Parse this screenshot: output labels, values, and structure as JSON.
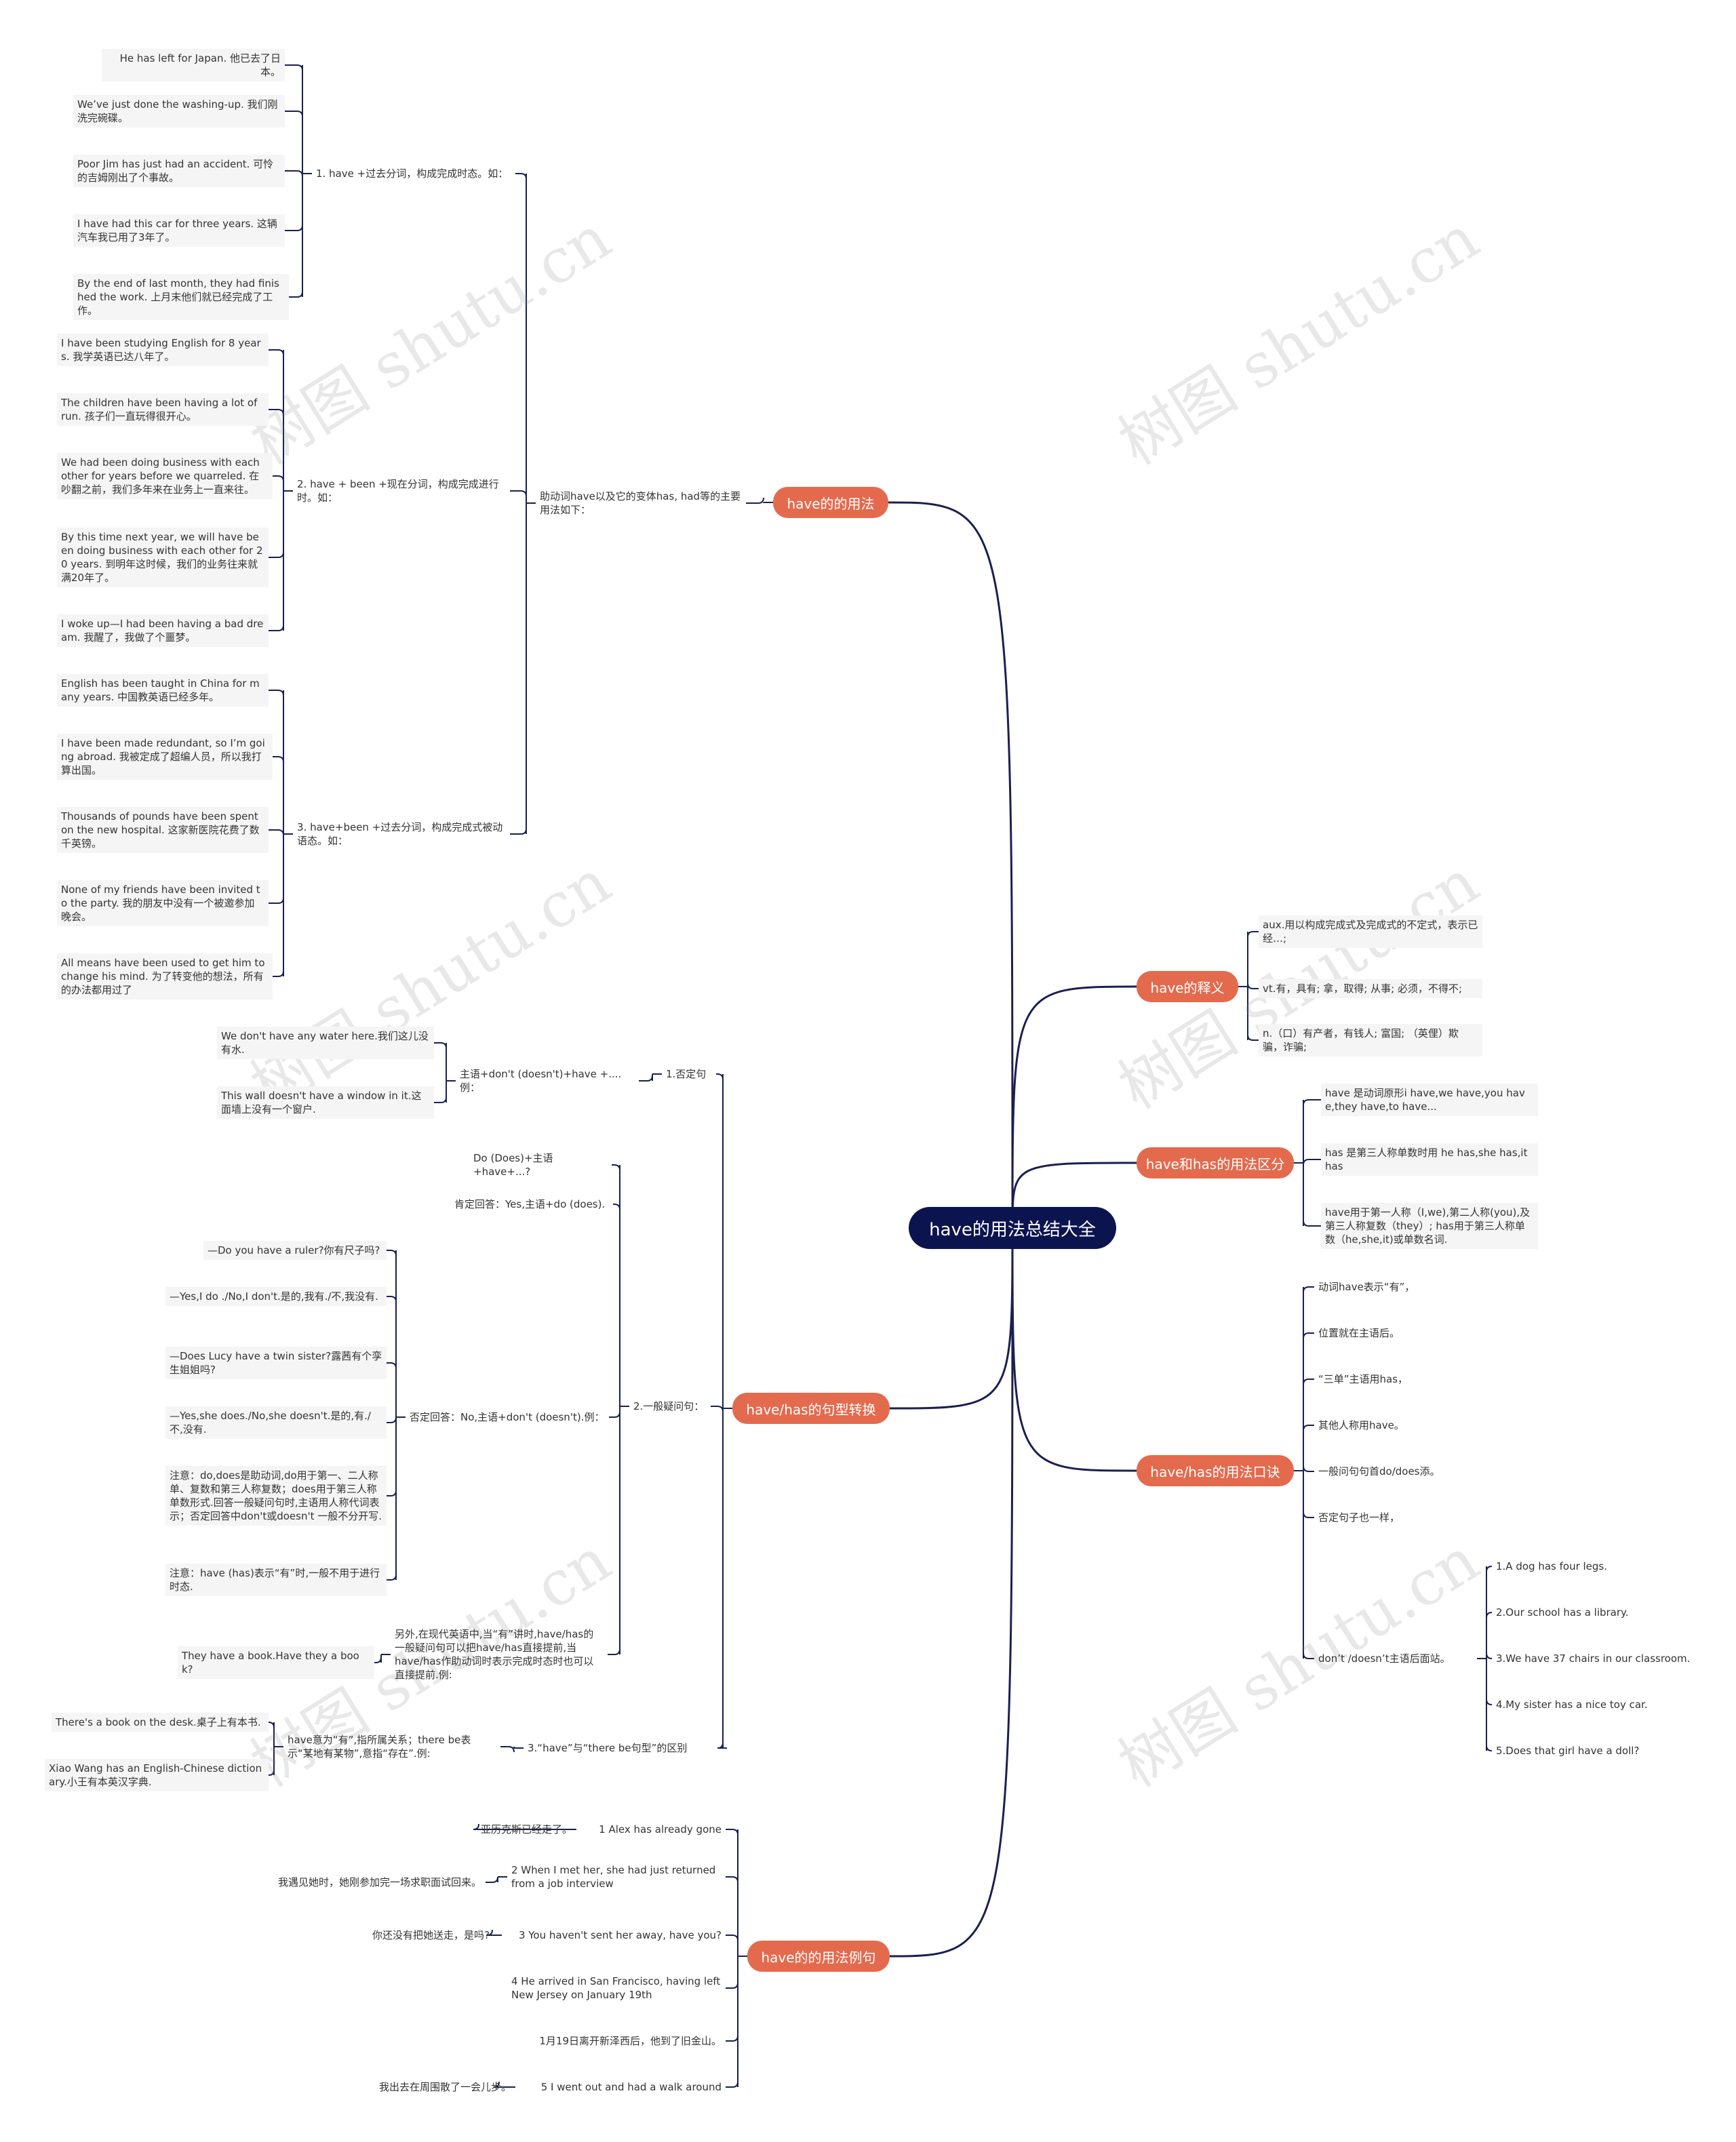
{
  "root": {
    "title": "have的用法总结大全"
  },
  "watermark": "树图 shutu.cn",
  "branches": [
    {
      "label": "have的的用法",
      "children": [
        {
          "label": "助动词have以及它的变体has, had等的主要用法如下：",
          "children": [
            {
              "label": "1. have +过去分词，构成完成时态。如：",
              "children": [
                "He has left for Japan. 他已去了日本。",
                "We’ve just done the washing-up. 我们刚洗完碗碟。",
                "Poor Jim has just had an accident. 可怜的吉姆刚出了个事故。",
                "I have had this car for three years. 这辆汽车我已用了3年了。",
                "By the end of last month, they had finished the work. 上月末他们就已经完成了工作。"
              ]
            },
            {
              "label": "2. have + been +现在分词，构成完成进行时。如：",
              "children": [
                "I have been studying English for 8 years. 我学英语已达八年了。",
                "The children have been having a lot of run. 孩子们一直玩得很开心。",
                "We had been doing business with each other for years before we quarreled. 在吵翻之前，我们多年来在业务上一直来往。",
                "By this time next year, we will have been doing business with each other for 20 years. 到明年这时候，我们的业务往来就满20年了。",
                "I woke up—I had been having a bad dream. 我醒了，我做了个噩梦。"
              ]
            },
            {
              "label": "3. have+been +过去分词，构成完成式被动语态。如：",
              "children": [
                "English has been taught in China for many years. 中国教英语已经多年。",
                "I have been made redundant, so I’m going abroad. 我被定成了超编人员，所以我打算出国。",
                "Thousands of pounds have been spent on the new hospital. 这家新医院花费了数千英镑。",
                "None of my friends have been invited to the party. 我的朋友中没有一个被邀参加晚会。",
                "All means have been used to get him to change his mind. 为了转变他的想法，所有的办法都用过了"
              ]
            }
          ]
        }
      ]
    },
    {
      "label": "have的释义",
      "children": [
        "aux.用以构成完成式及完成式的不定式，表示已经…;",
        "vt.有，具有; 拿，取得; 从事; 必须，不得不;",
        "n.（口）有产者，有钱人; 富国; （英俚）欺骗，诈骗;"
      ]
    },
    {
      "label": "have和has的用法区分",
      "children": [
        "have 是动词原形i have,we have,you have,they have,to have...",
        "has 是第三人称单数时用 he has,she has,it has",
        "have用于第一人称（I,we),第二人称(you),及第三人称复数（they）; has用于第三人称单数（he,she,it)或单数名词."
      ]
    },
    {
      "label": "have/has的用法口诀",
      "children": [
        "动词have表示“有”，",
        "位置就在主语后。",
        "“三单”主语用has，",
        "其他人称用have。",
        "一般问句句首do/does添。",
        "否定句子也一样，"
      ],
      "dont": {
        "label": "don’t /doesn’t主语后面站。",
        "children": [
          "1.A dog has four legs.",
          "2.Our school has  a  library.",
          "3.We have 37 chairs in our classroom.",
          "4.My sister has a nice toy car.",
          "5.Does that girl have a  doll?"
        ]
      }
    },
    {
      "label": "have/has的句型转换",
      "neg": {
        "label": "1.否定句",
        "mid": "主语+don't (doesn't)+have +....例：",
        "children": [
          "We don't have any water here.我们这儿没有水.",
          "This wall doesn't have a window in it.这面墙上没有一个窗户."
        ]
      },
      "q": {
        "label": "2.一般疑问句：",
        "pattern": "Do (Does)+主语+have+...?",
        "yes": "肯定回答：Yes,主语+do (does).",
        "no": "否定回答：No,主语+don't (doesn't).例：",
        "no_children": [
          "—Do you have a ruler?你有尺子吗?",
          "—Yes,I do ./No,I don't.是的,我有./不,我没有.",
          "—Does Lucy have a twin sister?露茜有个孪生姐姐吗?",
          "—Yes,she does./No,she doesn't.是的,有./不,没有.",
          "注意：do,does是助动词,do用于第一、二人称单、复数和第三人称复数；does用于第三人称单数形式.回答一般疑问句时,主语用人称代词表示；否定回答中don't或doesn't 一般不分开写.",
          "注意：have (has)表示“有”时,一般不用于进行时态."
        ],
        "extra": "另外,在现代英语中,当“有”讲时,have/has的一般疑问句可以把have/has直接提前,当have/has作助动词时表示完成时态时也可以直接提前.例:",
        "extra_child": "They have a book.Have they a book?"
      },
      "diff": {
        "label": "3.“have”与“there be句型”的区别",
        "mid": "have意为“有”,指所属关系；there be表示“某地有某物”,意指“存在”.例:",
        "children": [
          "There's a book on the desk.桌子上有本书.",
          "Xiao Wang has an English-Chinese dictionary.小王有本英汉字典."
        ]
      }
    },
    {
      "label": "have的的用法例句",
      "children": [
        {
          "en": "1 Alex has already gone",
          "zh": "亚历克斯已经走了。"
        },
        {
          "en": "2 When I met her, she had just returned from a job interview",
          "zh": "我遇见她时，她刚参加完一场求职面试回来。"
        },
        {
          "en": "3 You haven't sent her away, have you?",
          "zh": "你还没有把她送走，是吗?"
        },
        {
          "en": "4 He arrived in San Francisco, having left New Jersey on January 19th",
          "zh": ""
        },
        {
          "en": "1月19日离开新泽西后，他到了旧金山。",
          "zh": ""
        },
        {
          "en": "5 I went out and had a walk around",
          "zh": "我出去在周围散了一会儿步。"
        }
      ]
    }
  ]
}
